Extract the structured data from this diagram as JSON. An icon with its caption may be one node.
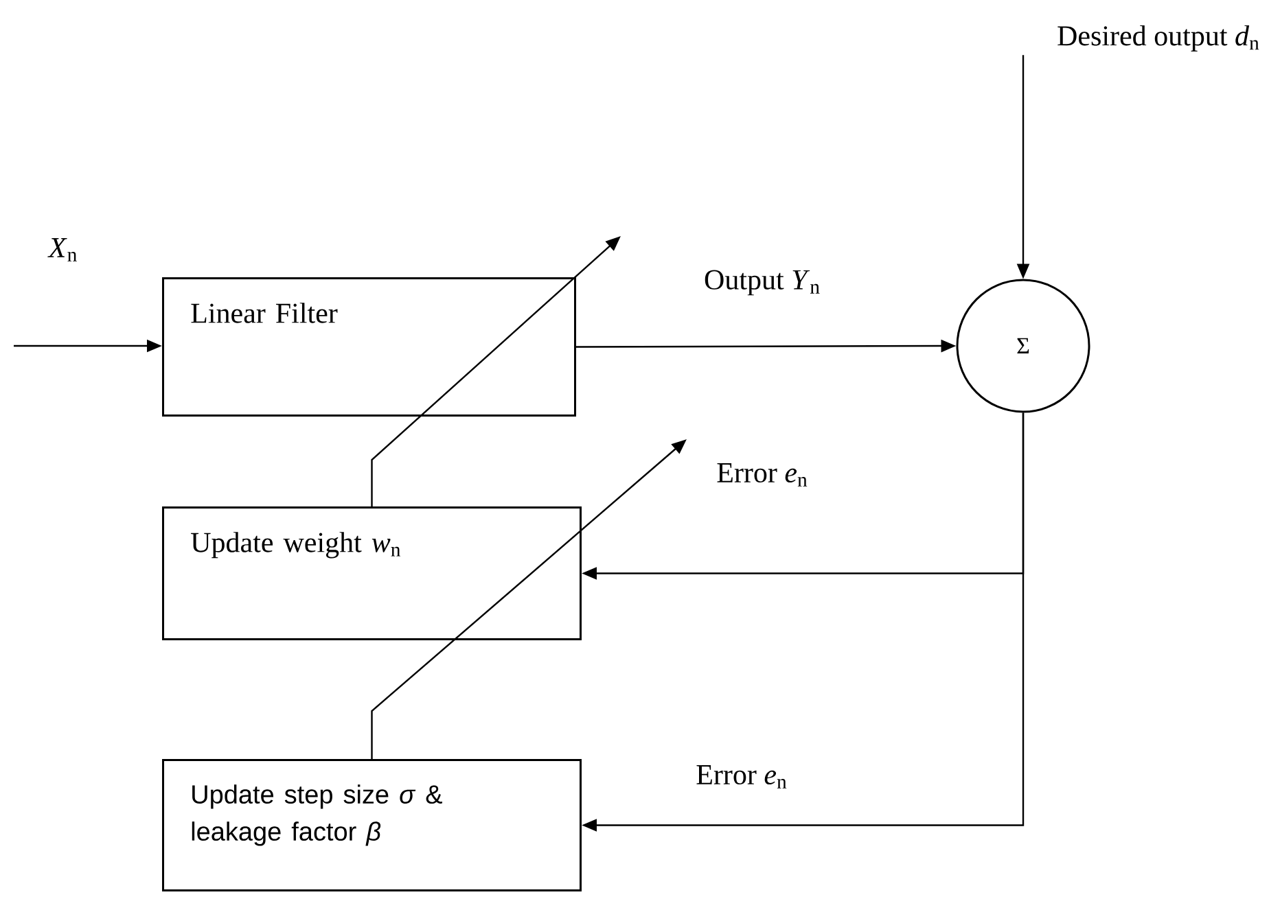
{
  "diagram": {
    "nodes": [
      {
        "text": [
          "Linear Filter"
        ]
      },
      {
        "text": [
          "Σ"
        ]
      },
      {
        "text": [
          "Update weight *w*$_{n}$"
        ]
      },
      {
        "text": [
          "Update step size *σ* & leakage factor *β*"
        ]
      },
      {
        "text": [
          "Desired output *d*$_{n}$"
        ]
      }
    ],
    "edges": [
      {
        "from": null,
        "to": 0,
        "arrow": "to"
      },
      {
        "from": 0,
        "to": 1,
        "arrow": "to",
        "label": "Output *Y*$_{n}$"
      },
      {
        "from": 4,
        "to": 1,
        "arrow": "to"
      },
      {
        "from": 1,
        "to": 2,
        "arrow": "to",
        "label": "Error *e*$_{n}$"
      },
      {
        "from": 1,
        "to": 3,
        "arrow": "to",
        "label": "Error *e*$_{n}$"
      },
      {
        "from": 2,
        "to": null,
        "arrow": "to"
      },
      {
        "from": 3,
        "to": null,
        "arrow": "to"
      }
    ],
    "labels": [
      "*X*$_{n}$"
    ]
  }
}
